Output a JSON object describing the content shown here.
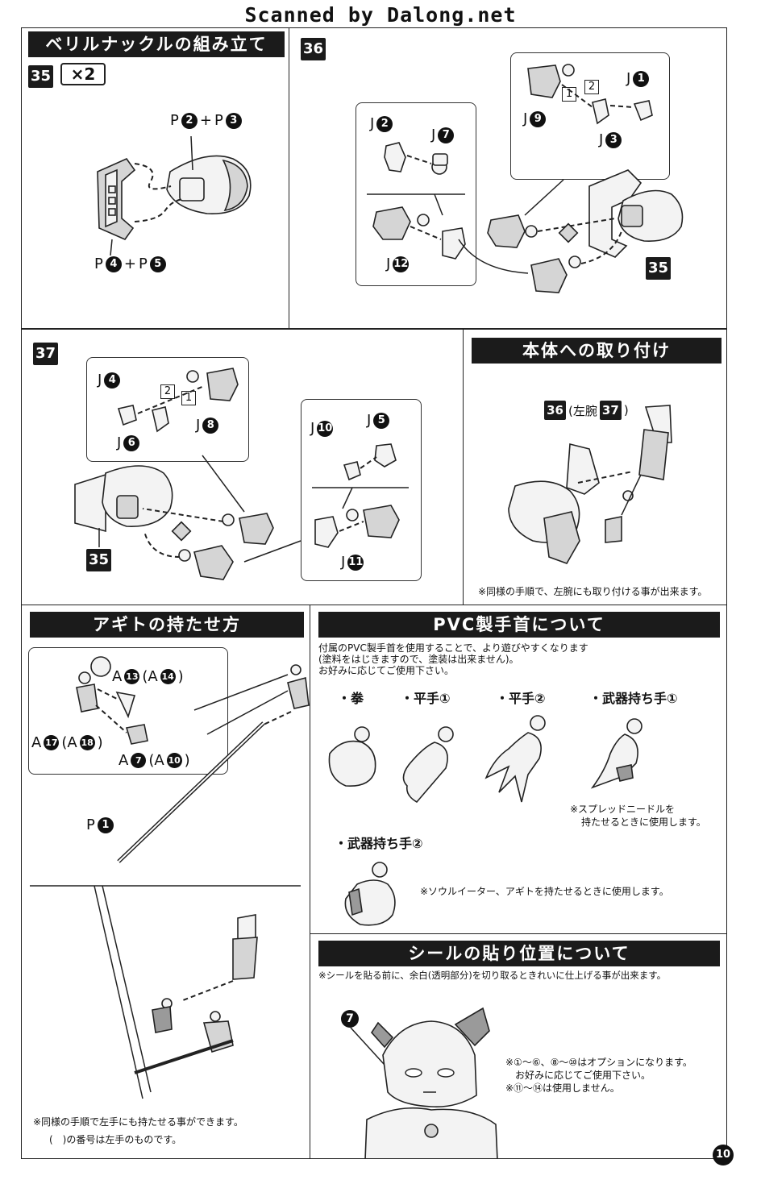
{
  "header": {
    "scan_credit": "Scanned by Dalong.net"
  },
  "step35": {
    "title": "ベリルナックルの組み立て",
    "step": "35",
    "multiplier": "×2",
    "labels": [
      {
        "letter": "P",
        "num": "2",
        "plus": "+",
        "letter2": "P",
        "num2": "3"
      },
      {
        "letter": "P",
        "num": "4",
        "plus": "+",
        "letter2": "P",
        "num2": "5"
      }
    ]
  },
  "step36": {
    "step": "36",
    "labels": [
      "J",
      "2",
      "J",
      "7",
      "J",
      "12",
      "J",
      "9",
      "J",
      "1",
      "J",
      "3"
    ],
    "order": [
      "1",
      "2"
    ],
    "ref_step": "35"
  },
  "step37": {
    "step": "37",
    "labels": [
      "J",
      "4",
      "J",
      "6",
      "J",
      "8",
      "J",
      "10",
      "J",
      "5",
      "J",
      "11"
    ],
    "order": [
      "2",
      "1"
    ],
    "ref_step": "35"
  },
  "attach": {
    "title": "本体への取り付け",
    "step_a": "36",
    "paren_open": "(左腕",
    "step_b": "37",
    "paren_close": ")",
    "note": "※同様の手順で、左腕にも取り付ける事が出来ます。"
  },
  "agito": {
    "title": "アギトの持たせ方",
    "labels": [
      {
        "a": "A",
        "n": "13",
        "b": "(A",
        "m": "14",
        "c": ")"
      },
      {
        "a": "A",
        "n": "17",
        "b": "(A",
        "m": "18",
        "c": ")"
      },
      {
        "a": "A",
        "n": "7",
        "b": "(A",
        "m": "10",
        "c": ")"
      }
    ],
    "p_label": {
      "a": "P",
      "n": "1"
    },
    "note1": "※同様の手順で左手にも持たせる事ができます。",
    "note2": "(　)の番号は左手のものです。"
  },
  "pvc": {
    "title": "PVC製手首について",
    "intro": [
      "付属のPVC製手首を使用することで、より遊びやすくなります",
      "(塗料をはじきますので、塗装は出来ません)。",
      "お好みに応じてご使用下さい。"
    ],
    "hands": [
      {
        "label": "・拳"
      },
      {
        "label": "・平手①"
      },
      {
        "label": "・平手②"
      },
      {
        "label": "・武器持ち手①"
      },
      {
        "label": "・武器持ち手②"
      }
    ],
    "note_needle": [
      "※スプレッドニードルを",
      "持たせるときに使用します。"
    ],
    "note_soul": "※ソウルイーター、アギトを持たせるときに使用します。"
  },
  "seal": {
    "title": "シールの貼り位置について",
    "intro": "※シールを貼る前に、余白(透明部分)を切り取るときれいに仕上げる事が出来ます。",
    "marker": "7",
    "notes": [
      "※①～⑥、⑧～⑩はオプションになります。",
      "お好みに応じてご使用下さい。",
      "※⑪～⑭は使用しません。"
    ]
  },
  "footer": {
    "page_number": "10"
  }
}
